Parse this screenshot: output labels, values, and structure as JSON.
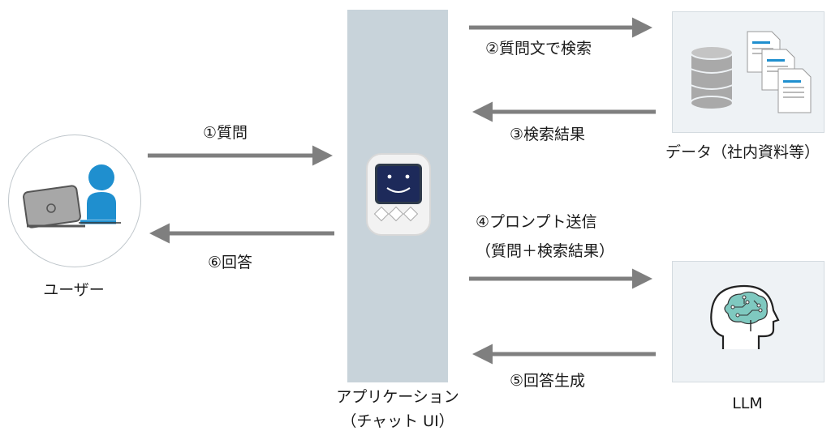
{
  "user": {
    "label": "ユーザー"
  },
  "app": {
    "label_line1": "アプリケーション",
    "label_line2": "（チャット UI）"
  },
  "data_store": {
    "label": "データ（社内資料等）"
  },
  "llm": {
    "label": "LLM"
  },
  "steps": {
    "s1": "①質問",
    "s2": "②質問文で検索",
    "s3": "③検索結果",
    "s4_line1": "④プロンプト送信",
    "s4_line2": "（質問＋検索結果）",
    "s5": "⑤回答生成",
    "s6": "⑥回答"
  },
  "colors": {
    "arrow": "#7f7f7f",
    "app_panel": "#c8d3da",
    "box_bg": "#eef2f5",
    "accent_blue": "#1f8fcf",
    "brain_teal": "#7fc9c0"
  }
}
